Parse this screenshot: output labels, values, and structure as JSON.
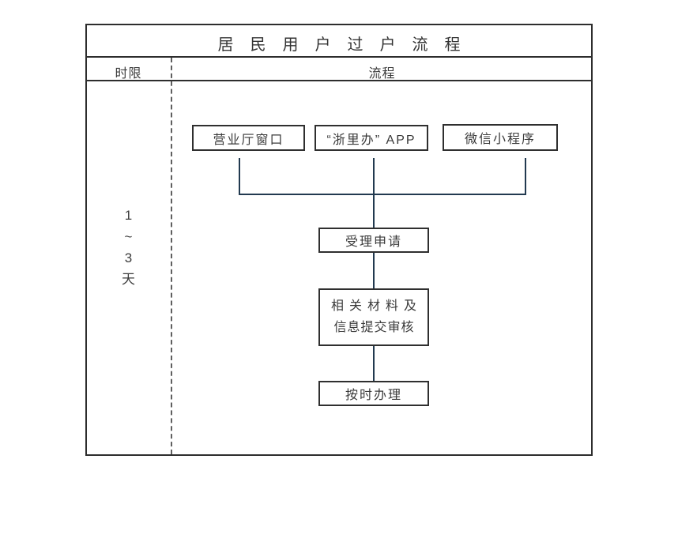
{
  "title": "居民用户过户流程",
  "header": {
    "time_col": "时限",
    "flow_col": "流程"
  },
  "time_limit": {
    "line1": "1",
    "line2": "~",
    "line3": "3",
    "line4": "天"
  },
  "flowchart": {
    "channels": [
      {
        "label": "营业厅窗口"
      },
      {
        "label": "“浙里办” APP"
      },
      {
        "label": "微信小程序"
      }
    ],
    "steps": [
      {
        "label": "受理申请"
      },
      {
        "line1": "相关材料及",
        "line2": "信息提交审核"
      },
      {
        "label": "按时办理"
      }
    ]
  },
  "colors": {
    "frame_border": "#2d2d2d",
    "box_border": "#2f2f2f",
    "text": "#3c3c3c",
    "connector": "#223a50",
    "dashed_divider": "#5f5f5f",
    "background": "#ffffff"
  }
}
